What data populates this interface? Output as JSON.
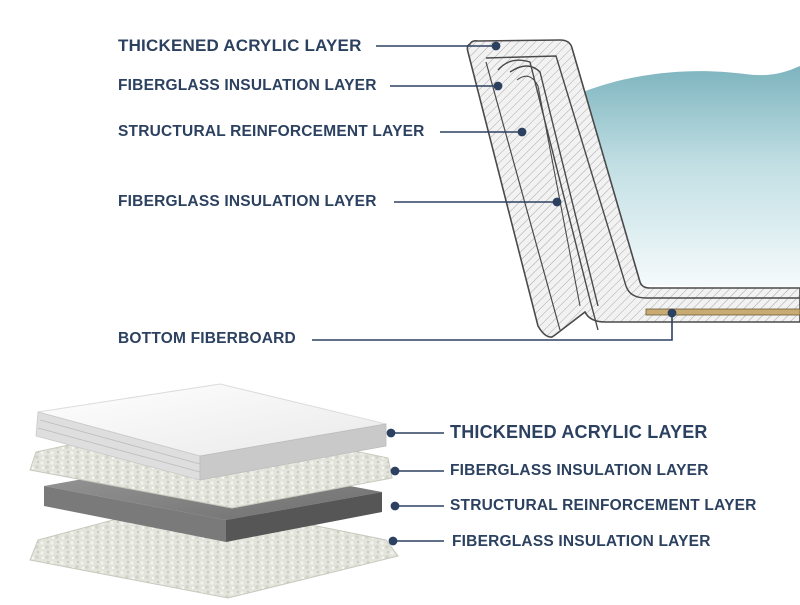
{
  "colors": {
    "label": "#2c4160",
    "leader_line": "#2c4160",
    "water_top": "#7fb7c0",
    "water_bottom": "#f4fafb",
    "shell_outline": "#555555",
    "hatch": "#9a9a9a",
    "fiberboard": "#c8ab72"
  },
  "tub_section": {
    "labels": [
      "THICKENED ACRYLIC LAYER",
      "FIBERGLASS INSULATION LAYER",
      "STRUCTURAL REINFORCEMENT LAYER",
      "FIBERGLASS INSULATION LAYER",
      "BOTTOM FIBERBOARD"
    ]
  },
  "layer_stack": {
    "labels": [
      "THICKENED ACRYLIC LAYER",
      "FIBERGLASS INSULATION LAYER",
      "STRUCTURAL REINFORCEMENT LAYER",
      "FIBERGLASS INSULATION LAYER"
    ]
  }
}
